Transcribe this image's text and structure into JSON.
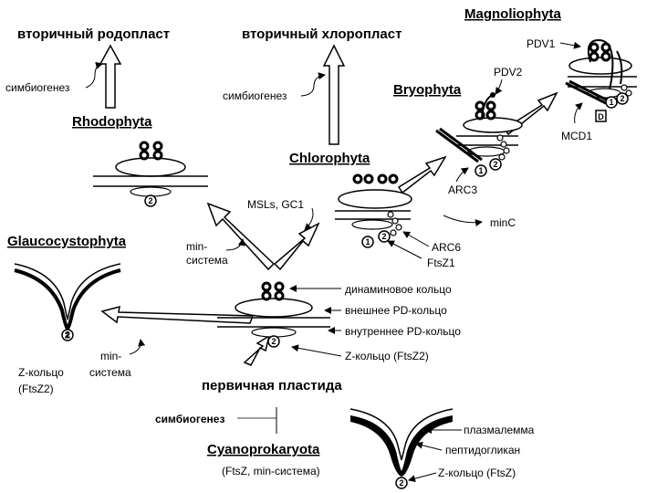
{
  "taxa": {
    "magnoliophyta": "Magnoliophyta",
    "bryophyta": "Bryophyta",
    "rhodophyta": "Rhodophyta",
    "chlorophyta": "Chlorophyta",
    "glaucocystophyta": "Glaucocystophyta",
    "cyanoprokaryota": "Cyanoprokaryota"
  },
  "titles": {
    "secondary_rhodoplast": "вторичный родопласт",
    "secondary_chloroplast": "вторичный хлоропласт",
    "primary_plastid": "первичная пластида"
  },
  "labels": {
    "symbiogenesis": "симбиогенез",
    "msls_gc1": "MSLs, GC1",
    "min_system_line1": "min-",
    "min_system_line2": "система",
    "pdv1": "PDV1",
    "pdv2": "PDV2",
    "mcd1": "MCD1",
    "arc3": "ARC3",
    "minc": "minC",
    "arc6": "ARC6",
    "ftsz1": "FtsZ1",
    "dynamin_ring": "динаминовое кольцо",
    "outer_pd_ring": "внешнее PD-кольцо",
    "inner_pd_ring": "внутреннее PD-кольцо",
    "z_ring_ftsz2": "Z-кольцо (FtsZ2)",
    "z_ring_line1": "Z-кольцо",
    "z_ring_line2": "(FtsZ2)",
    "ftsz_min_system": "(FtsZ, min-система)",
    "plasmalemma": "плазмалемма",
    "peptidoglycan": "пептидогликан",
    "z_ring_ftsz": "Z-кольцо (FtsZ)"
  },
  "markers": {
    "one": "1",
    "two": "2",
    "d": "D"
  }
}
